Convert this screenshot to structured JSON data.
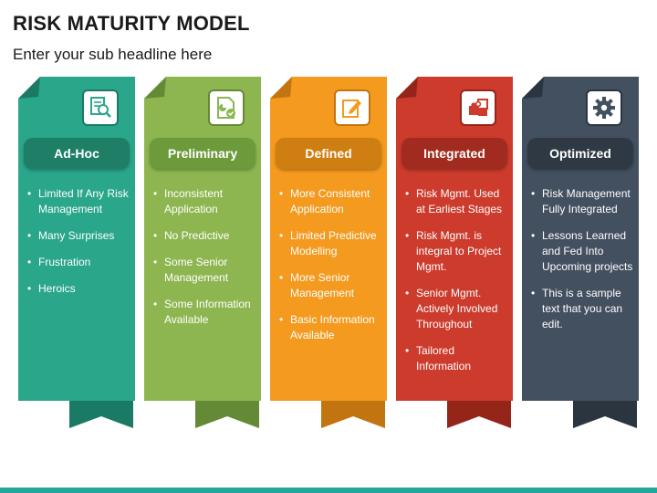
{
  "header": {
    "title": "RISK MATURITY MODEL",
    "subtitle": "Enter your sub headline here"
  },
  "cards": [
    {
      "label": "Ad-Hoc",
      "icon": "document-magnifier-icon",
      "color": "#2aa68a",
      "dark": "#1a7a63",
      "pill": "#1f7f66",
      "items": [
        "Limited If Any Risk Management",
        "Many Surprises",
        "Frustration",
        "Heroics"
      ]
    },
    {
      "label": "Preliminary",
      "icon": "checklist-chart-icon",
      "color": "#8db650",
      "dark": "#648a35",
      "pill": "#6d9a3a",
      "items": [
        "Inconsistent Application",
        "No Predictive",
        "Some Senior Management",
        "Some Information Available"
      ]
    },
    {
      "label": "Defined",
      "icon": "edit-document-icon",
      "color": "#f39a1f",
      "dark": "#c27410",
      "pill": "#cf7e12",
      "items": [
        "More Consistent Application",
        "Limited Predictive Modelling",
        "More Senior Management",
        "Basic Information Available"
      ]
    },
    {
      "label": "Integrated",
      "icon": "puzzle-icon",
      "color": "#cc3b2c",
      "dark": "#962519",
      "pill": "#a12b1f",
      "items": [
        "Risk Mgmt. Used at Earliest Stages",
        "Risk Mgmt. is integral to Project Mgmt.",
        "Senior Mgmt. Actively Involved Throughout",
        "Tailored Information"
      ]
    },
    {
      "label": "Optimized",
      "icon": "gear-icon",
      "color": "#42505f",
      "dark": "#2b3540",
      "pill": "#2f3944",
      "items": [
        "Risk Management Fully Integrated",
        "Lessons Learned and Fed Into Upcoming projects",
        "This is a sample text that you can edit."
      ]
    }
  ]
}
